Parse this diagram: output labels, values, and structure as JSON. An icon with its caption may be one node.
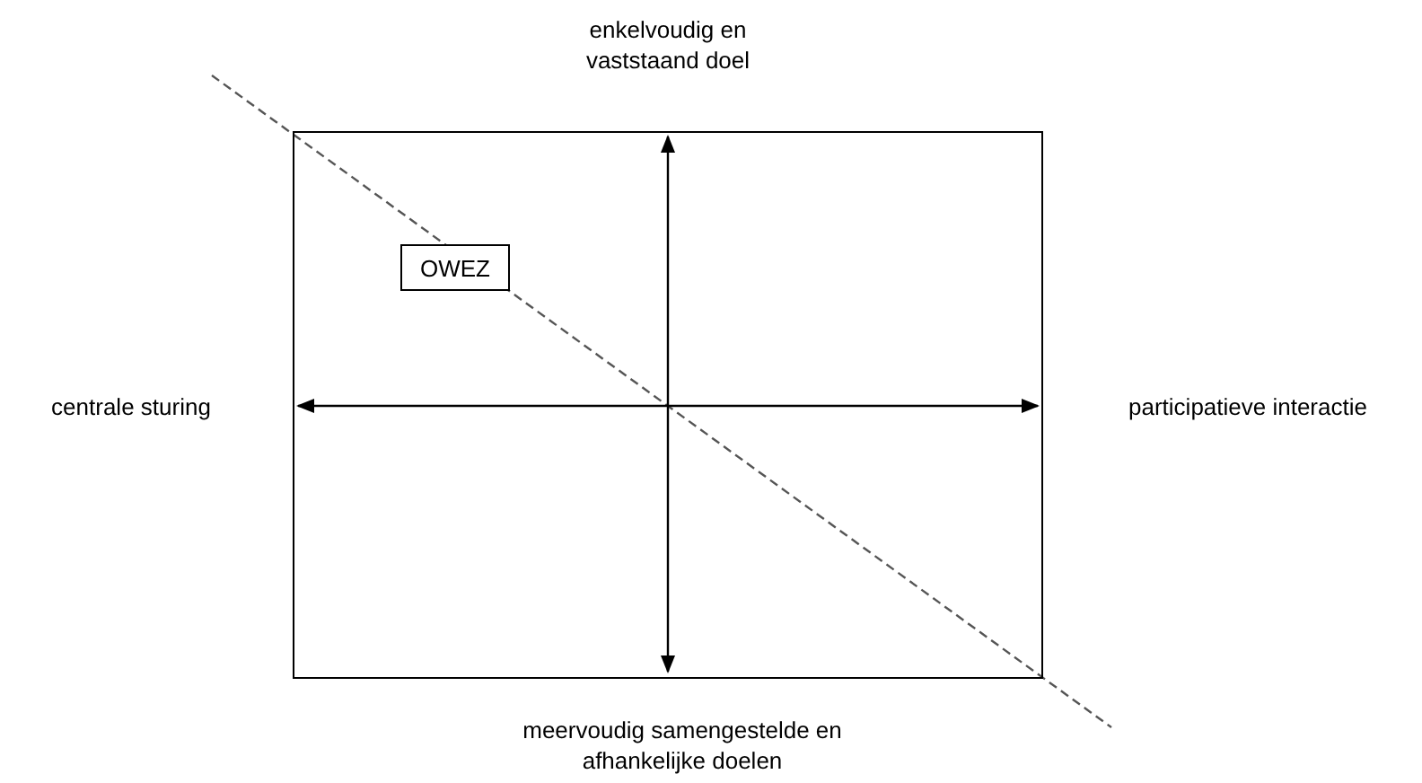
{
  "diagram": {
    "nodes": [
      {
        "text": [],
        "shape": "box"
      },
      {
        "text": [
          "OWEZ"
        ],
        "in": 0
      }
    ],
    "labels": [
      "enkelvoudig en vaststaand doel",
      "centrale sturing",
      "participatieve interactie",
      "meervoudig samengestelde en afhankelijke doelen"
    ]
  }
}
